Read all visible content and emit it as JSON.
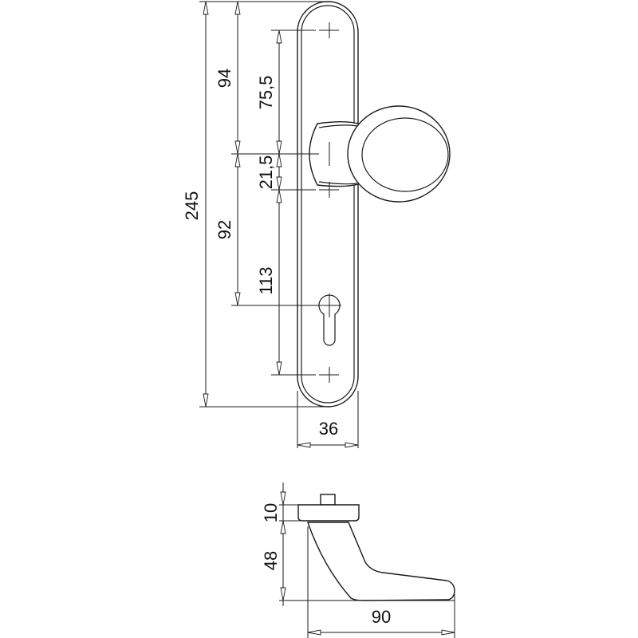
{
  "drawing": {
    "front_view": {
      "total_height": "245",
      "upper_to_knob": "94",
      "knob_to_keyhole": "92",
      "screw_to_knob": "75,5",
      "knob_to_screw": "21,5",
      "screw_spacing": "113",
      "plate_width": "36"
    },
    "side_view": {
      "plate_thickness": "10",
      "lever_drop": "48",
      "lever_length": "90"
    },
    "line_color": "#1a1a1a"
  }
}
